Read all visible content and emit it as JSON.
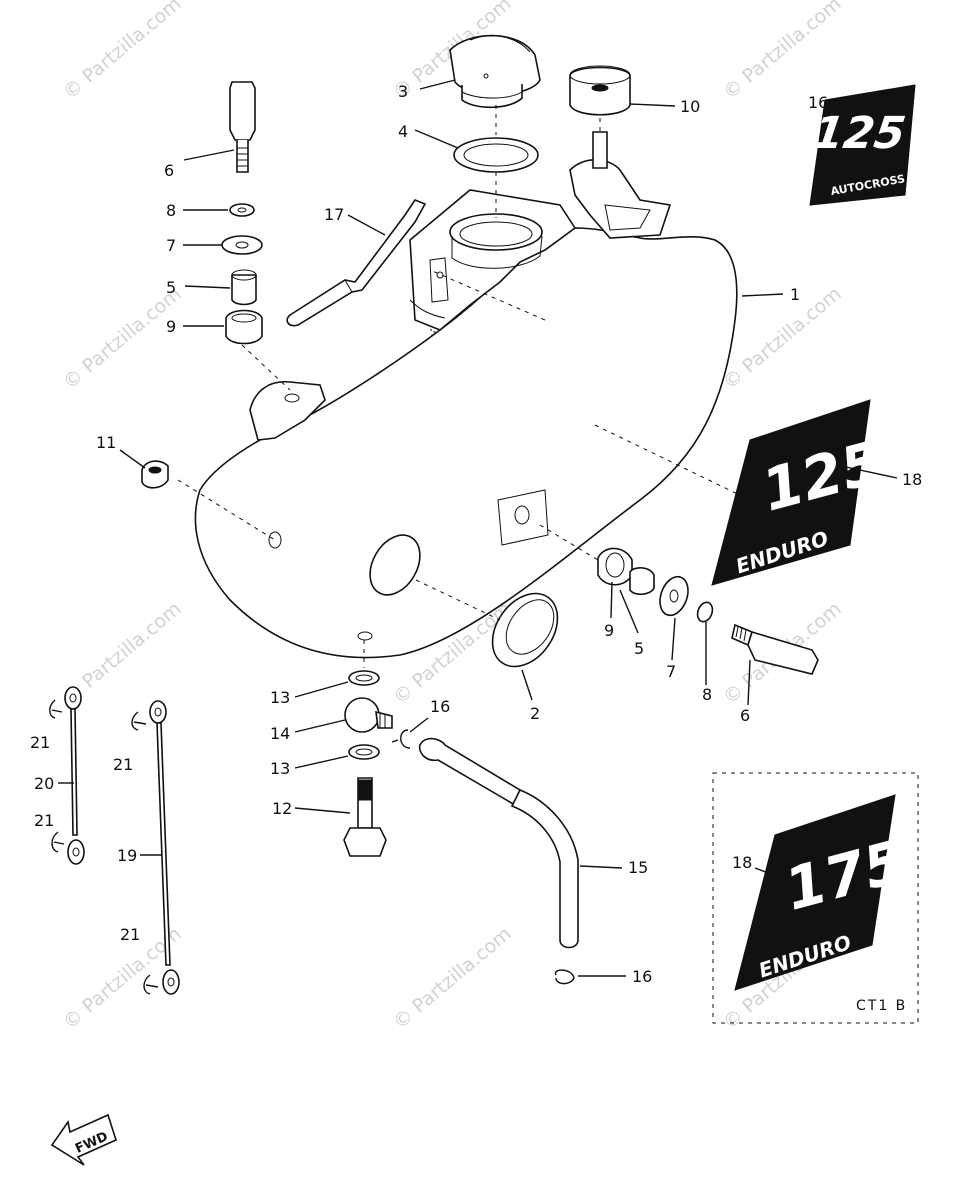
{
  "watermark": {
    "text": "© Partzilla.com",
    "color": "#d2d2d2"
  },
  "callouts": {
    "c1": "1",
    "c2": "2",
    "c3": "3",
    "c4": "4",
    "c5a": "5",
    "c5b": "5",
    "c6a": "6",
    "c6b": "6",
    "c7a": "7",
    "c7b": "7",
    "c8a": "8",
    "c8b": "8",
    "c9a": "9",
    "c9b": "9",
    "c10": "10",
    "c11": "11",
    "c12": "12",
    "c13a": "13",
    "c13b": "13",
    "c14": "14",
    "c15": "15",
    "c16a": "16",
    "c16b": "16",
    "c16c": "16",
    "c17": "17",
    "c18a": "18",
    "c18b": "18",
    "c19": "19",
    "c20": "20",
    "c21a": "21",
    "c21b": "21",
    "c21c": "21",
    "c21d": "21"
  },
  "decals": {
    "d16": {
      "number": "125",
      "text": "AUTOCROSS"
    },
    "d18a": {
      "number": "125",
      "text": "ENDURO"
    },
    "d18b": {
      "number": "175",
      "text": "ENDURO"
    }
  },
  "code_label": "CT1 B",
  "fwd_label": "FWD"
}
